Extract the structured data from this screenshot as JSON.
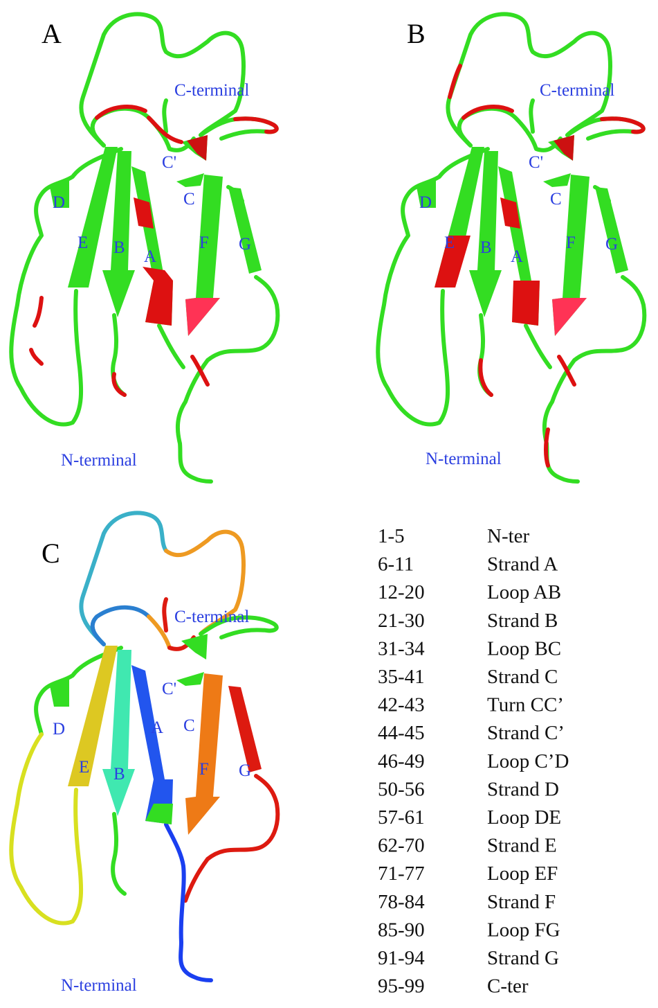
{
  "panels": [
    {
      "label": "A"
    },
    {
      "label": "B"
    },
    {
      "label": "C"
    }
  ],
  "strand_labels": [
    "A",
    "B",
    "C",
    "C'",
    "D",
    "E",
    "F",
    "G"
  ],
  "terminal_labels": {
    "n": "N-terminal",
    "c": "C-terminal"
  },
  "legend": [
    {
      "range": "1-5",
      "region": "N-ter"
    },
    {
      "range": "6-11",
      "region": "Strand A"
    },
    {
      "range": "12-20",
      "region": "Loop AB"
    },
    {
      "range": "21-30",
      "region": "Strand B"
    },
    {
      "range": "31-34",
      "region": "Loop BC"
    },
    {
      "range": "35-41",
      "region": "Strand C"
    },
    {
      "range": "42-43",
      "region": "Turn CC’"
    },
    {
      "range": "44-45",
      "region": "Strand C’"
    },
    {
      "range": "46-49",
      "region": "Loop C’D"
    },
    {
      "range": "50-56",
      "region": "Strand D"
    },
    {
      "range": "57-61",
      "region": "Loop DE"
    },
    {
      "range": "62-70",
      "region": "Strand E"
    },
    {
      "range": "71-77",
      "region": "Loop EF"
    },
    {
      "range": "78-84",
      "region": "Strand F"
    },
    {
      "range": "85-90",
      "region": "Loop FG"
    },
    {
      "range": "91-94",
      "region": "Strand G"
    },
    {
      "range": "95-99",
      "region": "C-ter"
    }
  ],
  "colors": {
    "base": "#33dd22",
    "highlight": "#dd1111",
    "label": "#2b3fe0",
    "panel_c": {
      "n_ter": "#1a3ff0",
      "strand_a": "#2255ee",
      "loop_ab": "#3ab0c8",
      "strand_b": "#40e8b0",
      "strand_e": "#ddc822",
      "loop_de": "#d8e020",
      "strand_f": "#ee7a16",
      "loop_cd": "#ee9a22",
      "strand_g": "#dd1a10",
      "c_ter": "#dd1a10"
    }
  }
}
